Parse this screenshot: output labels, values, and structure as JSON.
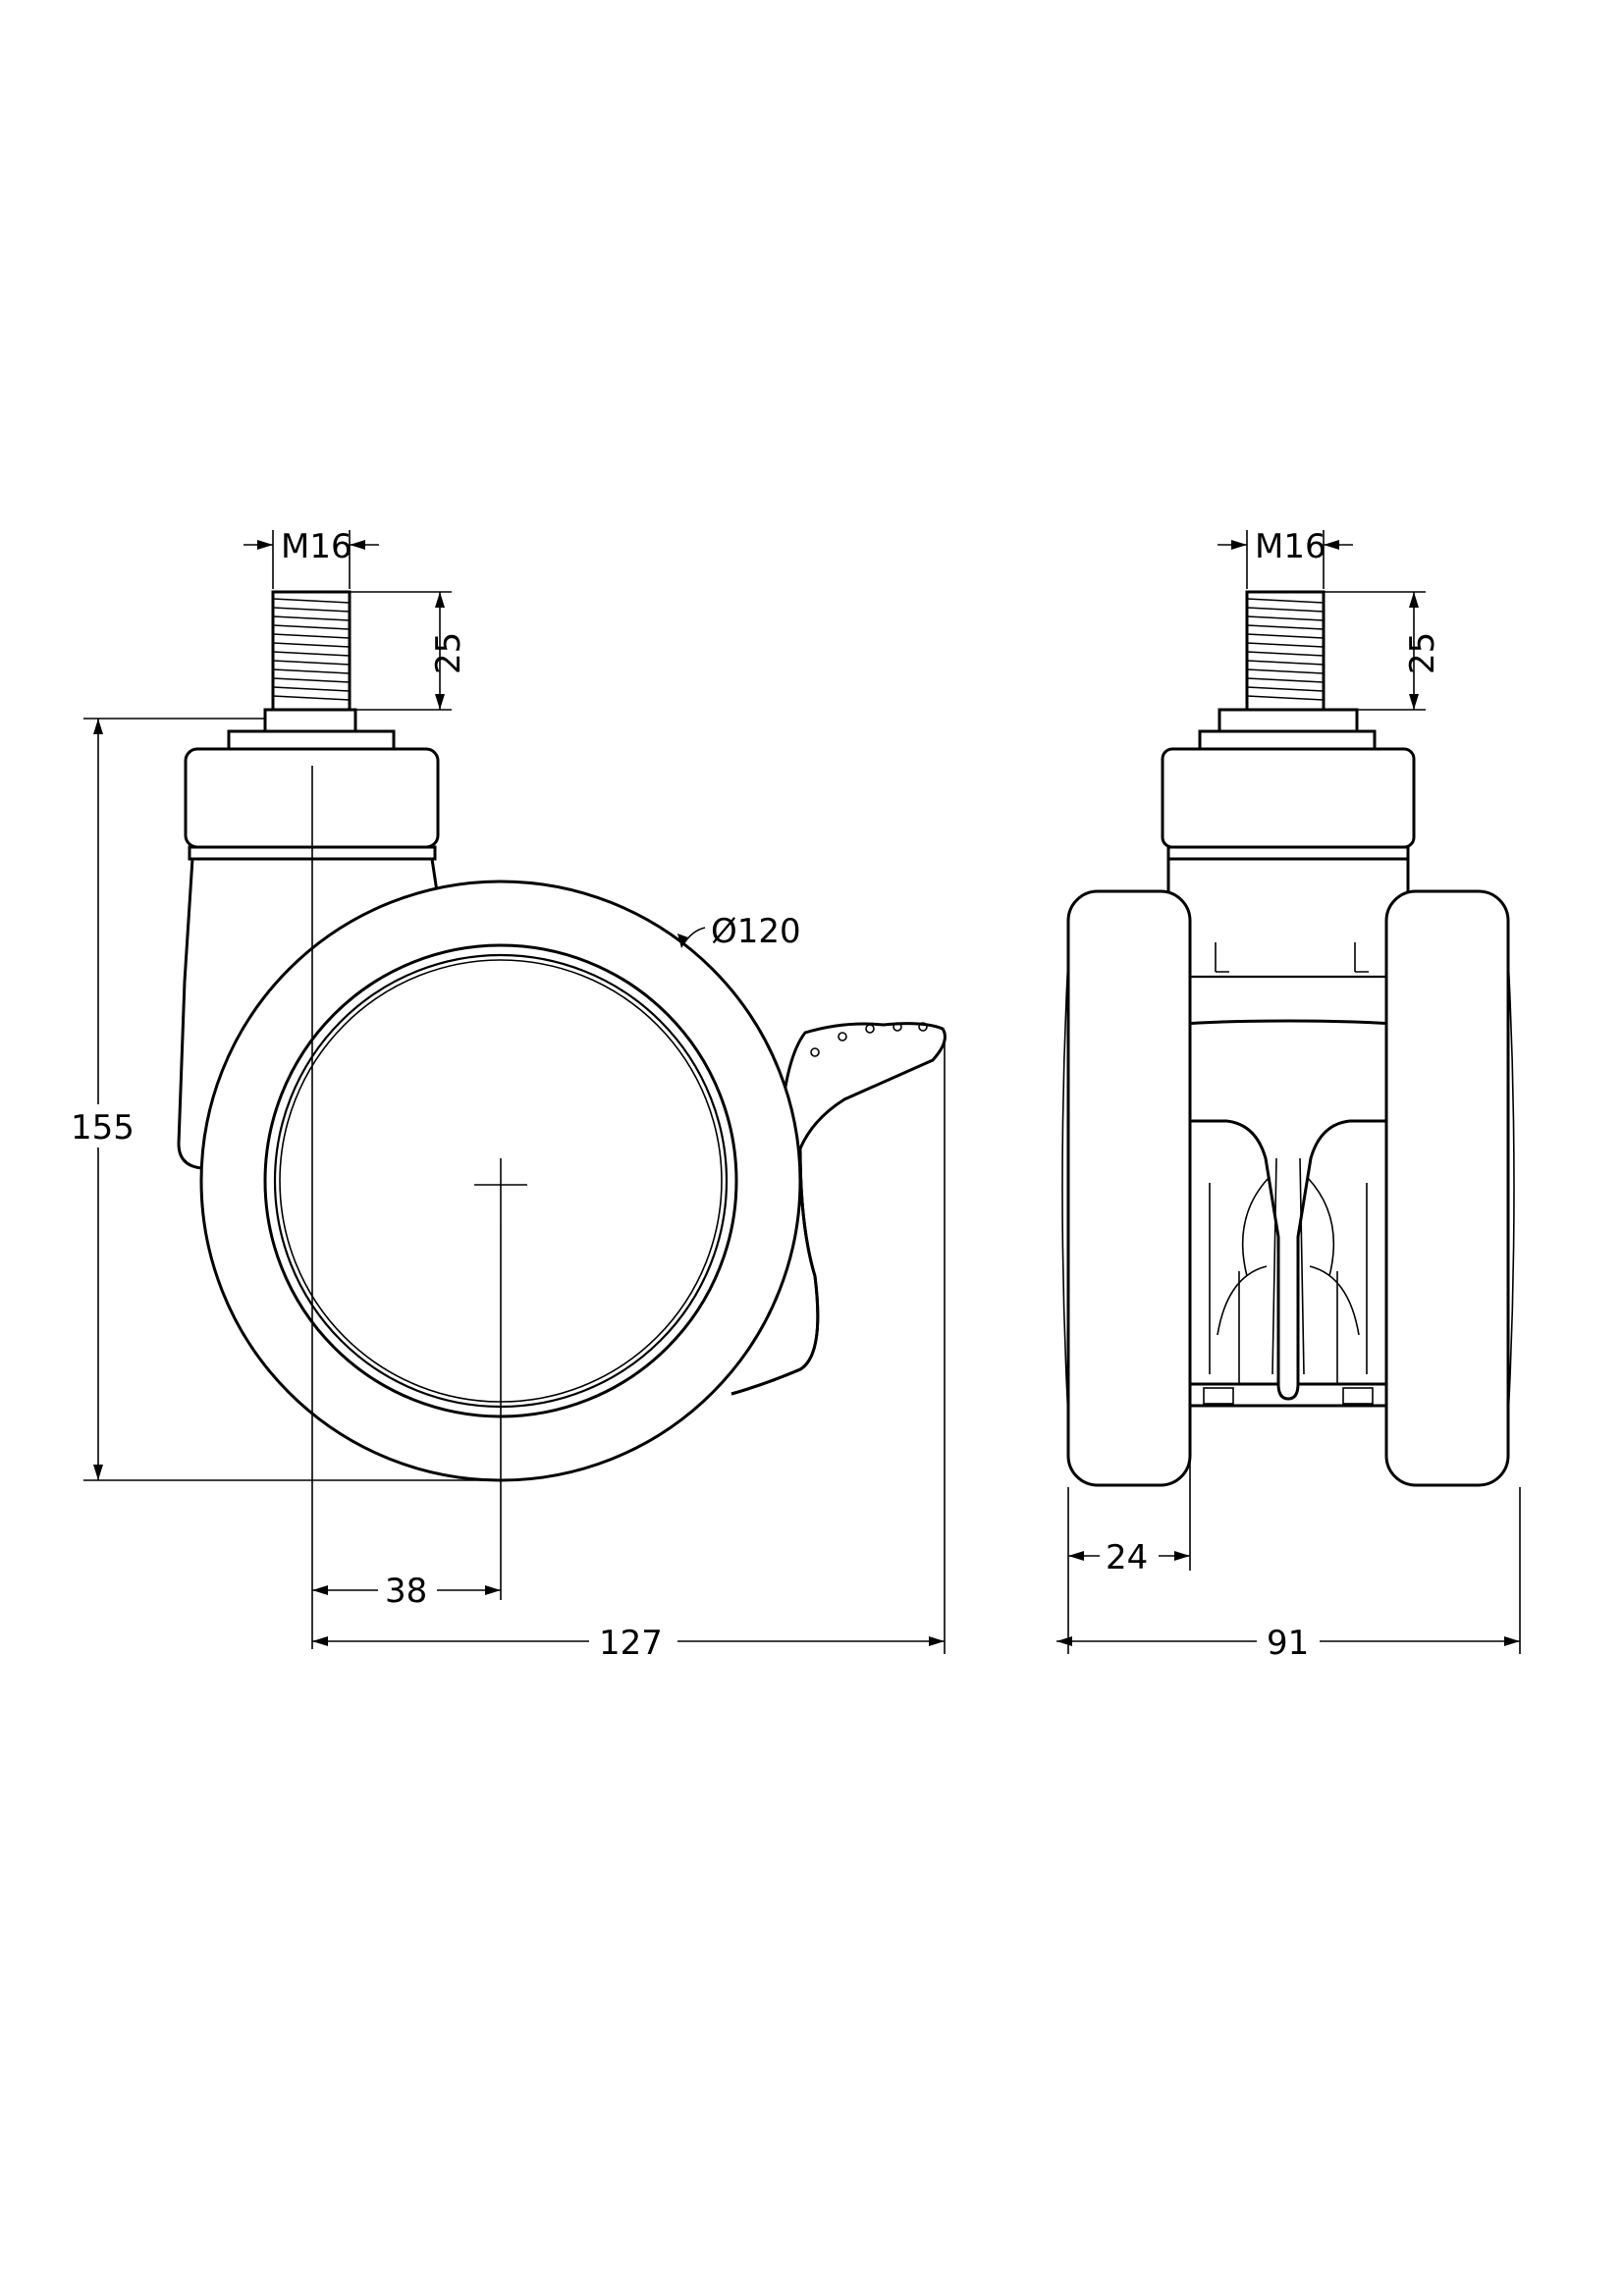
{
  "drawing": {
    "side_view": {
      "thread_label": "M16",
      "stem_length_label": "25",
      "wheel_diameter_label": "Ø120",
      "total_height_label": "155",
      "offset_label": "38",
      "overall_length_label": "127"
    },
    "front_view": {
      "thread_label": "M16",
      "stem_length_label": "25",
      "wheel_width_label": "24",
      "overall_width_label": "91"
    }
  }
}
